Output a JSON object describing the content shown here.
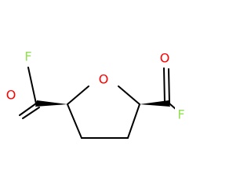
{
  "molecule": {
    "atoms": {
      "ring_oxygen": {
        "symbol": "O",
        "color": "#ff0000"
      },
      "left_carbonyl_oxygen": {
        "symbol": "O",
        "color": "#ff0000"
      },
      "right_carbonyl_oxygen": {
        "symbol": "O",
        "color": "#ff0000"
      },
      "left_fluorine": {
        "symbol": "F",
        "color": "#90e050"
      },
      "right_fluorine": {
        "symbol": "F",
        "color": "#90e050"
      }
    },
    "bond_color": "#000000"
  }
}
